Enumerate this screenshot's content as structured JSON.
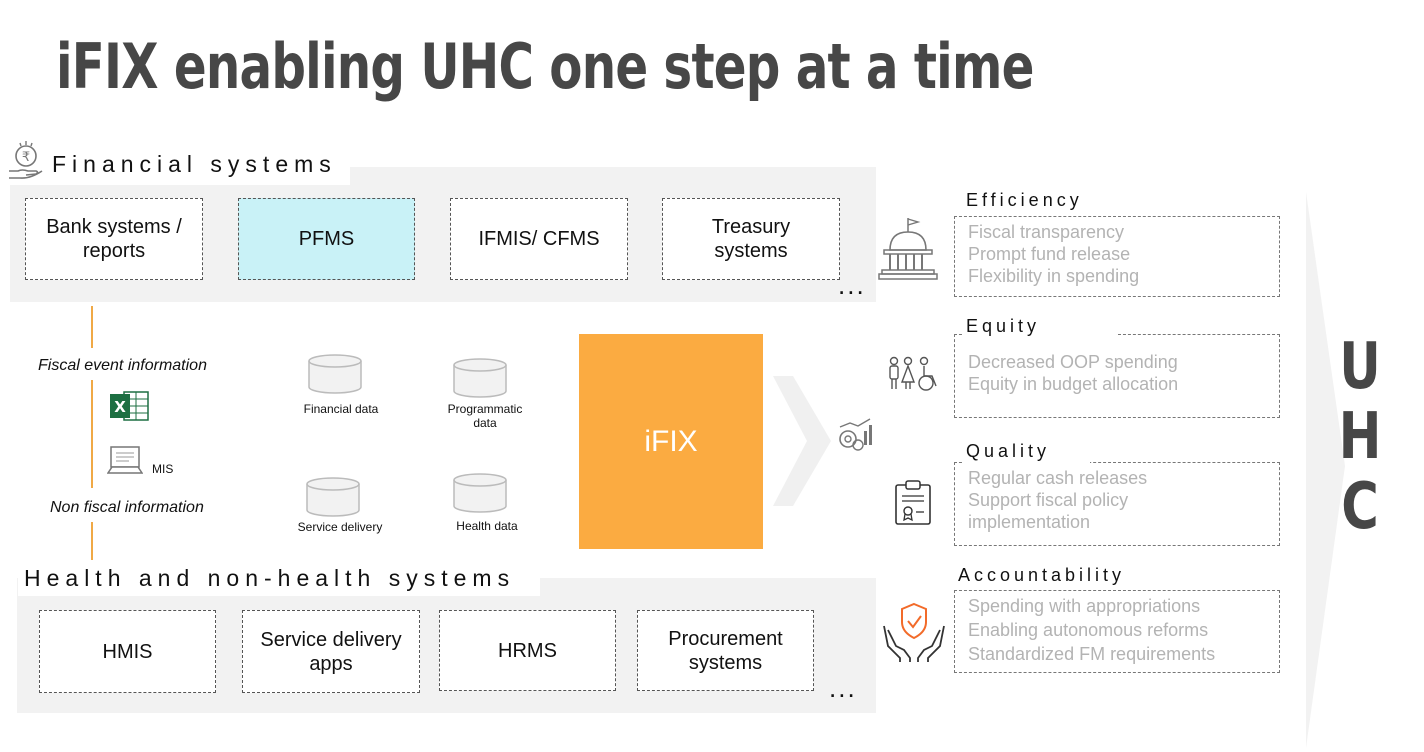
{
  "title": "iFIX enabling UHC one step at a time",
  "financial": {
    "label": "Financial systems",
    "boxes": [
      "Bank systems / reports",
      "PFMS",
      "IFMIS/ CFMS",
      "Treasury systems"
    ],
    "ellipsis": "..."
  },
  "flow": {
    "fiscal_note": "Fiscal event information",
    "mis_label": "MIS",
    "nonfiscal_note": "Non fiscal information"
  },
  "data_stores": [
    "Financial data",
    "Programmatic data",
    "Service delivery",
    "Health data"
  ],
  "ifix_label": "iFIX",
  "health": {
    "label": "Health and non-health systems",
    "boxes": [
      "HMIS",
      "Service delivery apps",
      "HRMS",
      "Procurement systems"
    ],
    "ellipsis": "..."
  },
  "benefits": [
    {
      "heading": "Efficiency",
      "icon": "government-building-icon",
      "items": [
        "Fiscal transparency",
        "Prompt fund release",
        "Flexibility in spending"
      ]
    },
    {
      "heading": "Equity",
      "icon": "people-accessibility-icon",
      "items": [
        "Decreased OOP spending",
        "Equity in budget allocation"
      ]
    },
    {
      "heading": "Quality",
      "icon": "clipboard-certificate-icon",
      "items": [
        "Regular cash releases",
        "Support fiscal policy",
        "implementation"
      ]
    },
    {
      "heading": "Accountability",
      "icon": "hands-shield-icon",
      "items": [
        "Spending with appropriations",
        "Enabling autonomous reforms",
        "Standardized FM requirements"
      ]
    }
  ],
  "uhc_letters": [
    "U",
    "H",
    "C"
  ],
  "colors": {
    "accent_orange": "#fbab41",
    "pfms_fill": "#c9f2f7",
    "panel_gray": "#f2f2f2",
    "title_gray": "#474747"
  }
}
